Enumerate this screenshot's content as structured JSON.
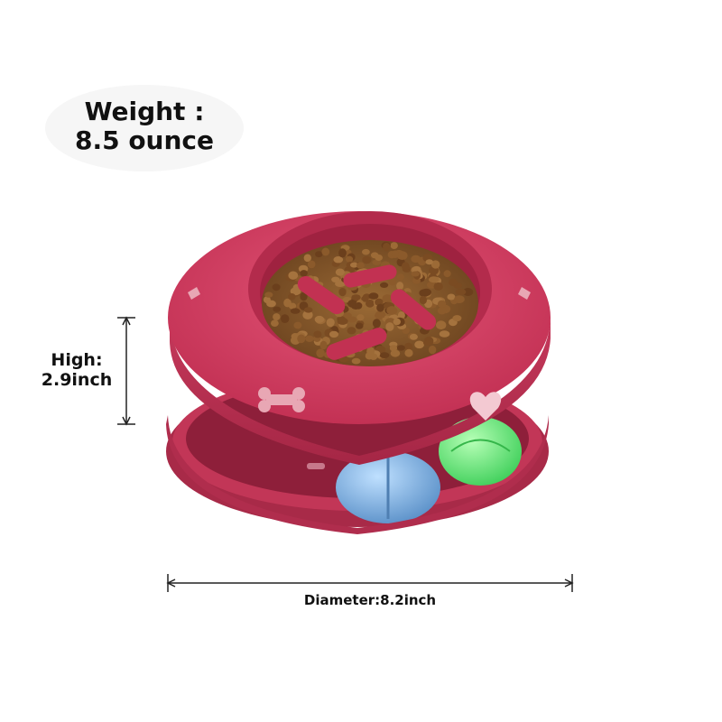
{
  "weight": {
    "line1": "Weight :",
    "line2": "8.5 ounce"
  },
  "height": {
    "line1": "High:",
    "line2": "2.9inch"
  },
  "diameter": {
    "label": "Diameter:8.2inch"
  },
  "colors": {
    "bowl": "#c9395c",
    "bowl_dark": "#a62746",
    "food": "#8a5a2b",
    "ball_blue": "#7fb4e0",
    "ball_green": "#6fe07a"
  }
}
